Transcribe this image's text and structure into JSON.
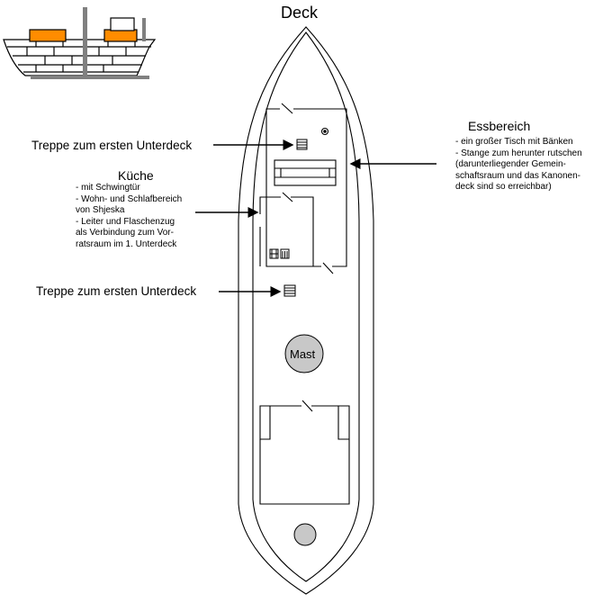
{
  "title": "Deck",
  "labels": {
    "stairs_upper": "Treppe zum ersten Unterdeck",
    "stairs_lower": "Treppe zum ersten Unterdeck",
    "mast": "Mast"
  },
  "kitchen": {
    "heading": "Küche",
    "lines": [
      "- mit Schwingtür",
      "- Wohn- und Schlafbereich",
      "von Shjeska",
      "- Leiter und Flaschenzug",
      "als Verbindung zum Vor-",
      "ratsraum im 1. Unterdeck"
    ]
  },
  "dining": {
    "heading": "Essbereich",
    "lines": [
      "- ein großer Tisch mit Bänken",
      "- Stange zum herunter rutschen",
      "(darunterliegender Gemein-",
      "schaftsraum und das Kanonen-",
      "deck sind so erreichbar)"
    ]
  },
  "colors": {
    "cargo": "#ff8c00",
    "mast_fill": "#c8c8c8",
    "line": "#000000"
  }
}
